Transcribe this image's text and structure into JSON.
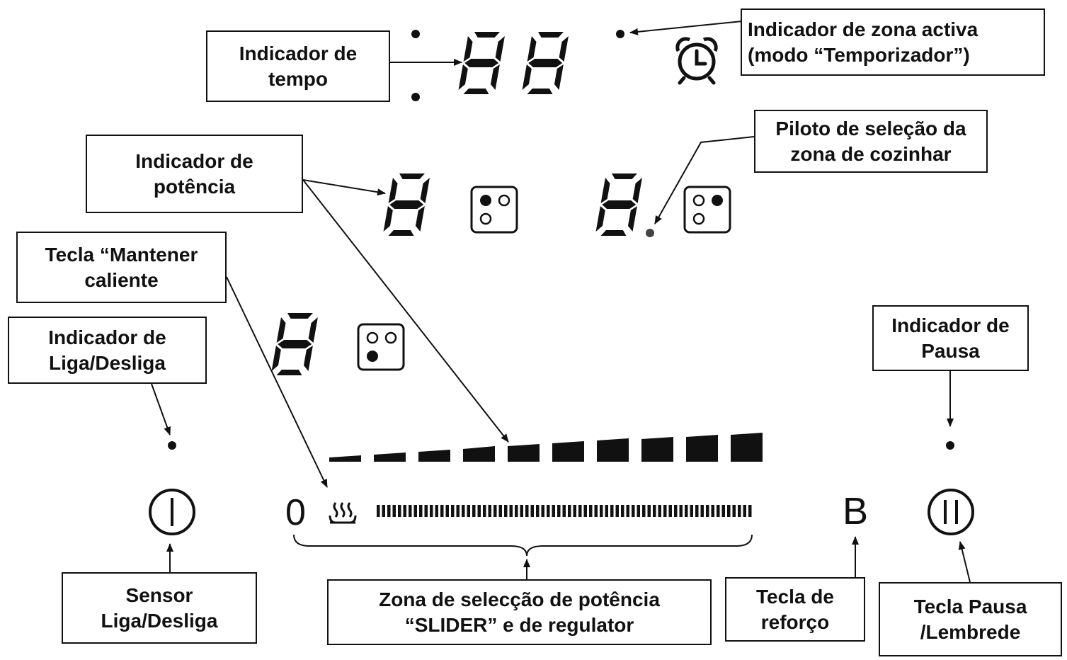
{
  "labels": {
    "tempo": [
      "Indicador de",
      "tempo"
    ],
    "zona_activa": [
      "Indicador de zona activa",
      "(modo “Temporizador”)"
    ],
    "potencia": [
      "Indicador de",
      "potência"
    ],
    "piloto": [
      "Piloto de seleção da",
      "zona de cozinhar"
    ],
    "mantener": [
      "Tecla “Mantener",
      "caliente"
    ],
    "liga_desliga": [
      "Indicador de",
      "Liga/Desliga"
    ],
    "pausa_ind": [
      "Indicador de",
      "Pausa"
    ],
    "sensor": [
      "Sensor",
      "Liga/Desliga"
    ],
    "slider_zone": [
      "Zona de selecção de potência",
      "“SLIDER” e de regulator"
    ],
    "reforco": [
      "Tecla de",
      "reforço"
    ],
    "pausa_key": [
      "Tecla Pausa",
      "/Lembrede"
    ]
  },
  "symbols": {
    "zero": "0",
    "boost": "B"
  },
  "icons": [
    "timer-icon",
    "power-icon",
    "pause-icon",
    "keep-warm-icon",
    "cooking-zone-icon"
  ]
}
